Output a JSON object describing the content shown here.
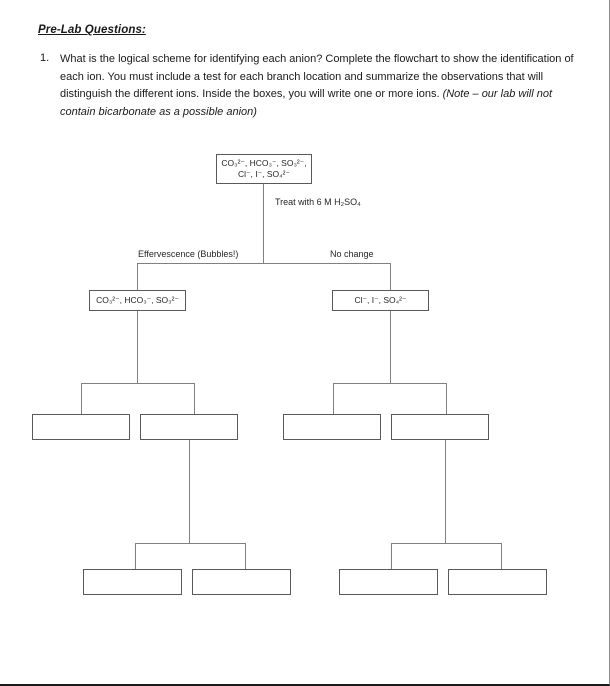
{
  "document": {
    "heading": "Pre-Lab Questions:",
    "question_number": "1.",
    "question_text": "What is the logical scheme for identifying each anion?  Complete the flowchart to show the identification of each ion. You must include a test for each branch location and summarize the observations that will distinguish the different ions. Inside the boxes, you will write one or more ions. ",
    "question_note": "(Note – our lab will not contain bicarbonate as a possible anion)"
  },
  "flowchart": {
    "root": {
      "label": "CO₃²⁻, HCO₃⁻, SO₃²⁻, Cl⁻, I⁻, SO₄²⁻",
      "line1": "CO₃²⁻, HCO₃⁻, SO₃²⁻,",
      "line2": "Cl⁻, I⁻, SO₄²⁻"
    },
    "root_test_label": "Treat with 6 M H₂SO₄",
    "branch_labels": {
      "left": "Effervescence (Bubbles!)",
      "right": "No change"
    },
    "level2": {
      "left": "CO₃²⁻, HCO₃⁻, SO₃²⁻",
      "right": "Cl⁻, I⁻, SO₄²⁻"
    },
    "level3": {
      "left_a": "",
      "left_b": "",
      "right_a": "",
      "right_b": ""
    },
    "level4": {
      "left_a": "",
      "left_b": "",
      "right_a": "",
      "right_b": ""
    }
  },
  "colors": {
    "box_border": "#595959",
    "edge_line": "#808080",
    "text": "#262626",
    "page_background": "#ffffff"
  }
}
